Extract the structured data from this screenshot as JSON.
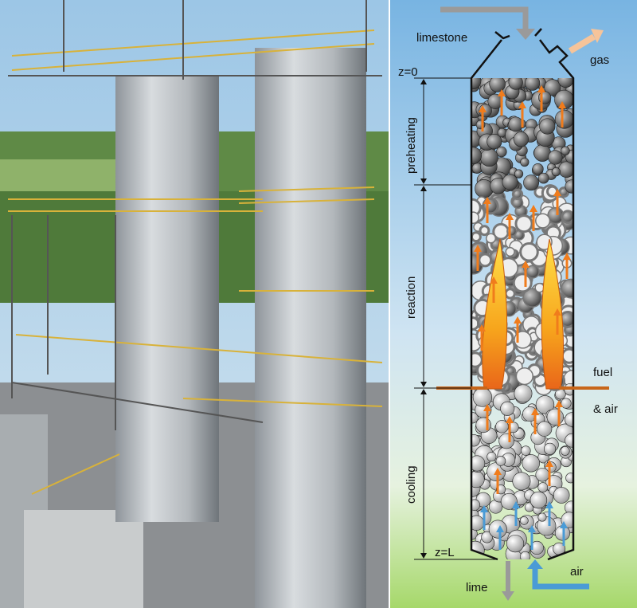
{
  "labels": {
    "limestone": "limestone",
    "gas": "gas",
    "z0": "z=0",
    "zL": "z=L",
    "preheating": "preheating",
    "reaction": "reaction",
    "cooling": "cooling",
    "fuel": "fuel",
    "and_air": "& air",
    "lime": "lime",
    "air": "air"
  },
  "colors": {
    "hot_arrow": "#f07c1c",
    "cold_arrow": "#4a9bd6",
    "gas_arrow": "#f6c49a",
    "feed_arrow": "#9a9a9a",
    "sky_top": "#7ab6e4",
    "ground": "#a6d86a"
  }
}
